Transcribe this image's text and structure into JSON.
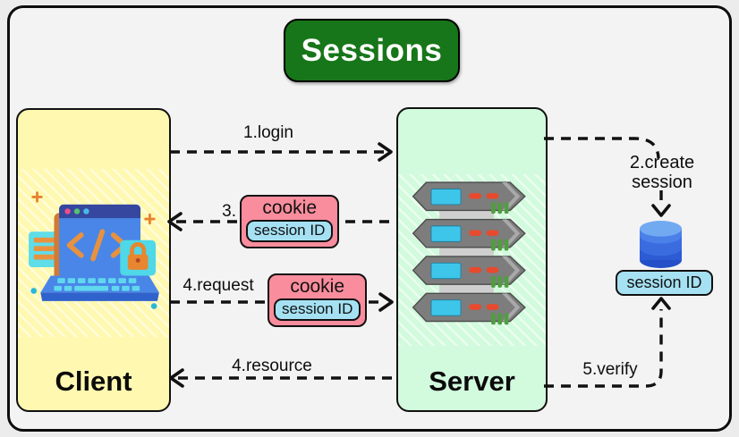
{
  "title": "Sessions",
  "nodes": {
    "client": {
      "label": "Client"
    },
    "server": {
      "label": "Server"
    }
  },
  "database": {
    "label": "session ID"
  },
  "flows": {
    "login": {
      "label": "1.login"
    },
    "create_session": {
      "line1": "2.create",
      "line2": "session"
    },
    "return_cookie": {
      "label": "3."
    },
    "request": {
      "label": "4.request"
    },
    "resource": {
      "label": "4.resource"
    },
    "verify": {
      "label": "5.verify"
    }
  },
  "badges": {
    "step3": {
      "title": "cookie",
      "value": "session ID"
    },
    "step4": {
      "title": "cookie",
      "value": "session ID"
    }
  },
  "colors": {
    "title_bg": "#177619",
    "client_bg": "#fff8b0",
    "server_bg": "#d2fadd",
    "cookie_bg": "#f98d9d",
    "session_id_bg": "#a5e1f3",
    "arrow": "#111111",
    "frame_bg": "#f3f3f3"
  }
}
